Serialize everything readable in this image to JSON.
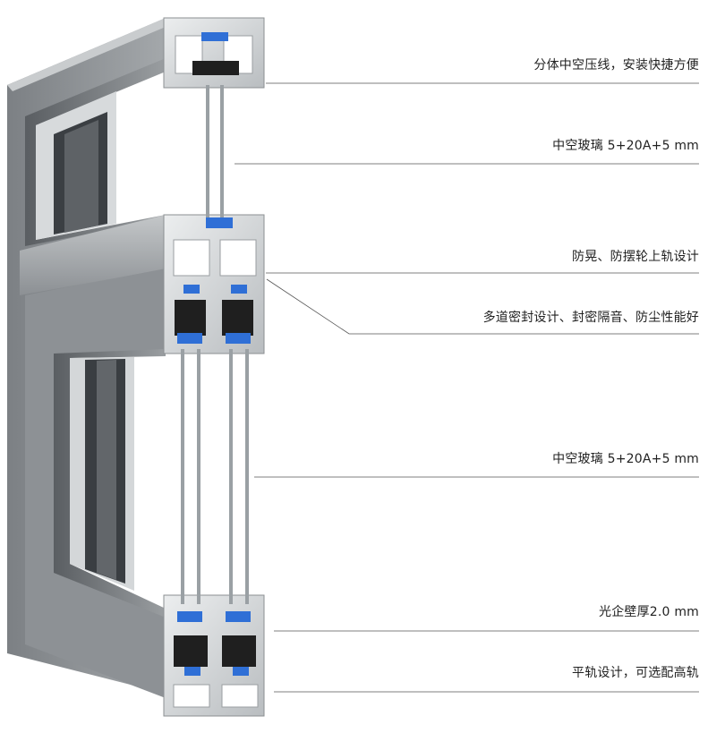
{
  "callouts": [
    {
      "id": "c1",
      "text": "分体中空压线，安装快捷方便"
    },
    {
      "id": "c2",
      "text": "中空玻璃 5+20A+5 mm"
    },
    {
      "id": "c3",
      "text": "防晃、防摆轮上轨设计"
    },
    {
      "id": "c4",
      "text": "多道密封设计、封密隔音、防尘性能好"
    },
    {
      "id": "c5",
      "text": "中空玻璃 5+20A+5 mm"
    },
    {
      "id": "c6",
      "text": "光企壁厚2.0 mm"
    },
    {
      "id": "c7",
      "text": "平轨设计，可选配高轨"
    }
  ],
  "colors": {
    "frame_dark": "#6e7276",
    "frame_mid": "#8f9397",
    "frame_light": "#b7bbbe",
    "profile_silver": "#d9dcde",
    "profile_black": "#222222",
    "gasket_blue": "#2f6fd6",
    "glass": "#9aa0a4",
    "leader": "#555555"
  }
}
